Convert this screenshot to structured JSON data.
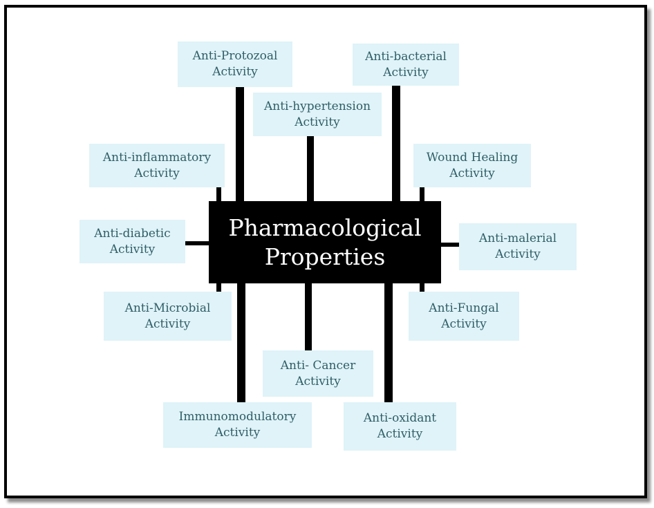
{
  "diagram": {
    "center": "Pharmacological\nProperties",
    "nodes": {
      "anti_protozoal": "Anti-Protozoal\nActivity",
      "anti_bacterial": "Anti-bacterial\nActivity",
      "anti_hypertension": "Anti-hypertension\nActivity",
      "anti_inflammatory": "Anti-inflammatory\nActivity",
      "wound_healing": "Wound Healing\nActivity",
      "anti_diabetic": "Anti-diabetic\nActivity",
      "anti_malerial": "Anti-malerial\nActivity",
      "anti_microbial": "Anti-Microbial\nActivity",
      "anti_fungal": "Anti-Fungal\nActivity",
      "anti_cancer": "Anti- Cancer\nActivity",
      "immunomodulatory": "Immunomodulatory\nActivity",
      "anti_oxidant": "Anti-oxidant\nActivity"
    },
    "colors": {
      "node_fill": "#dff3f8",
      "node_text": "#2f5d66",
      "center_fill": "#000000",
      "center_text": "#ffffff",
      "connector": "#000000"
    }
  }
}
